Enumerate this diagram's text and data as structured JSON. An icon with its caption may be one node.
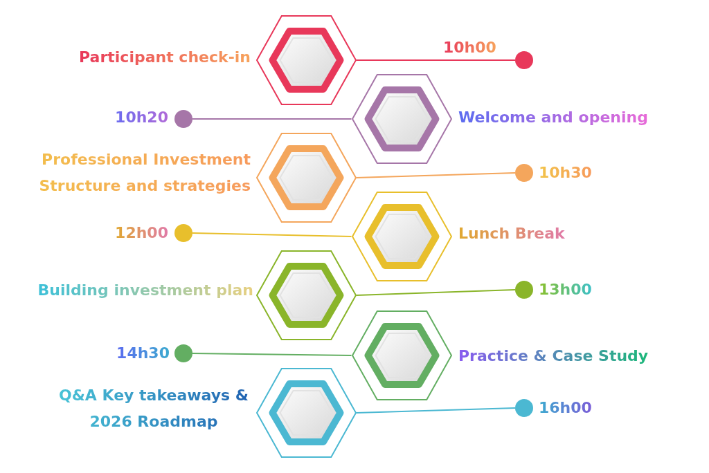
{
  "diagram": {
    "nodes": [
      {
        "text": [],
        "shape": "hexagon",
        "beside": [
          "Participant check-in"
        ]
      },
      {
        "text": [],
        "shape": "circle",
        "beside": [
          "10h00"
        ]
      },
      {
        "text": [],
        "shape": "hexagon",
        "beside": [
          "Welcome and opening"
        ]
      },
      {
        "text": [],
        "shape": "circle",
        "beside": [
          "10h20"
        ]
      },
      {
        "text": [],
        "shape": "hexagon",
        "beside": [
          "Professional Investment Structure and strategies"
        ]
      },
      {
        "text": [],
        "shape": "circle",
        "beside": [
          "10h30"
        ]
      },
      {
        "text": [],
        "shape": "hexagon",
        "beside": [
          "Lunch Break"
        ]
      },
      {
        "text": [],
        "shape": "circle",
        "beside": [
          "12h00"
        ]
      },
      {
        "text": [],
        "shape": "hexagon",
        "beside": [
          "Building investment plan"
        ]
      },
      {
        "text": [],
        "shape": "circle",
        "beside": [
          "13h00"
        ]
      },
      {
        "text": [],
        "shape": "hexagon",
        "beside": [
          "Practice & Case Study"
        ]
      },
      {
        "text": [],
        "shape": "circle",
        "beside": [
          "14h30"
        ]
      },
      {
        "text": [],
        "shape": "hexagon",
        "beside": [
          "Q&A Key takeaways & 2026 Roadmap"
        ]
      },
      {
        "text": [],
        "shape": "circle",
        "beside": [
          "16h00"
        ]
      }
    ],
    "edges": [
      {
        "from": 0,
        "to": 1,
        "arrow": "none",
        "color": "#e8385a"
      },
      {
        "from": 2,
        "to": 3,
        "arrow": "none",
        "color": "#a676a8"
      },
      {
        "from": 4,
        "to": 5,
        "arrow": "none",
        "color": "#f4a65c"
      },
      {
        "from": 6,
        "to": 7,
        "arrow": "none",
        "color": "#e8bf2c"
      },
      {
        "from": 8,
        "to": 9,
        "arrow": "none",
        "color": "#8ab52a"
      },
      {
        "from": 10,
        "to": 11,
        "arrow": "none",
        "color": "#63ae62"
      },
      {
        "from": 12,
        "to": 13,
        "arrow": "none",
        "color": "#4bb8d2"
      }
    ]
  }
}
